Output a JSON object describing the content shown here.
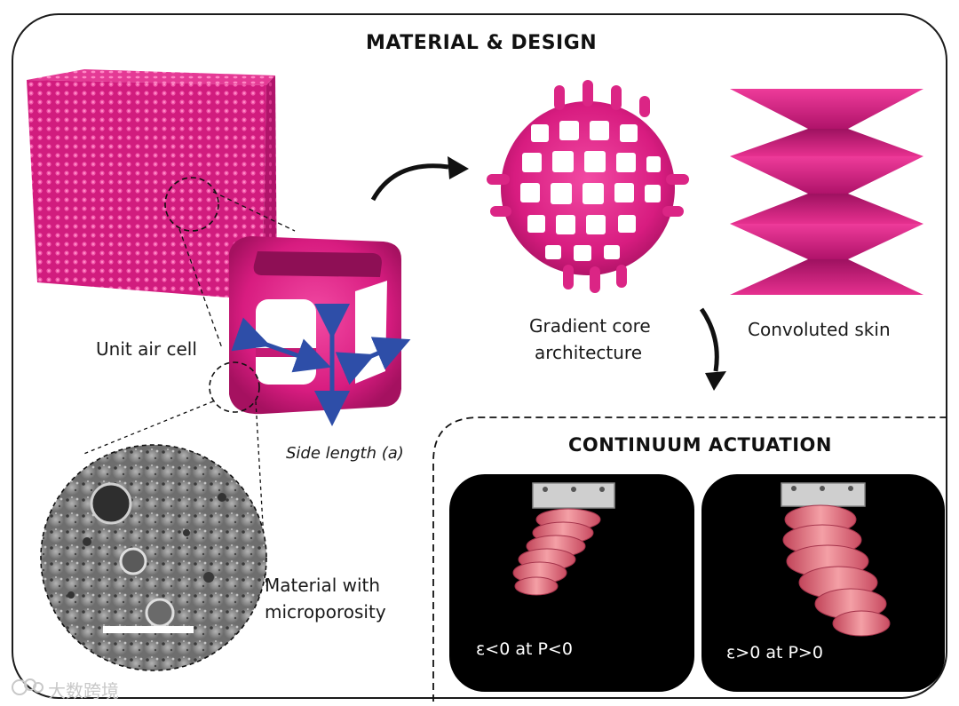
{
  "title": "MATERIAL & DESIGN",
  "labels": {
    "unit_air_cell": "Unit air cell",
    "side_length": "Side length (a)",
    "material_line1": "Material with",
    "material_line2": "microporosity",
    "gradient_line1": "Gradient core",
    "gradient_line2": "architecture",
    "convoluted_skin": "Convoluted skin"
  },
  "actuation": {
    "title": "CONTINUUM ACTUATION",
    "left_caption": "ε<0 at P<0",
    "right_caption": "ε>0 at P>0"
  },
  "watermark": "大数跨境",
  "colors": {
    "magenta": "#e0238a",
    "magenta_dark": "#a8145f",
    "arrow_blue": "#2e4ea8",
    "photo_bg": "#000000",
    "sem_gray": "#9a9a9a"
  },
  "icons": {
    "watermark_logo": "link-circles-icon"
  }
}
